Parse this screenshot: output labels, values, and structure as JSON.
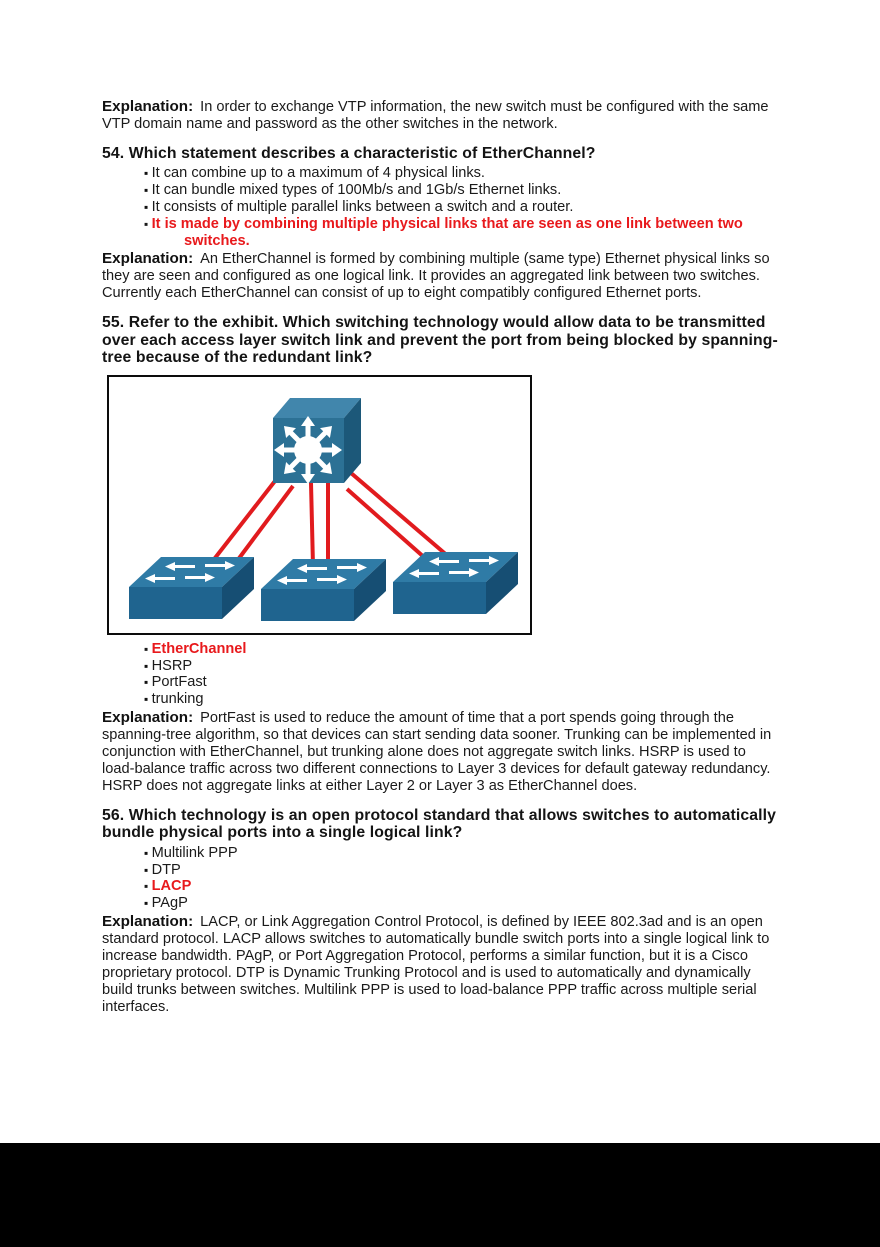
{
  "colors": {
    "correct_answer_red": "#e8191c",
    "link_red": "#e11b1e",
    "switch_front_blue": "#2c7195",
    "switch_top_blue": "#4186ac",
    "switch_side_blue": "#1c5879",
    "page_background": "#ffffff",
    "footer_bar_black": "#000000"
  },
  "intro_explanation": {
    "label": "Explanation:",
    "text": "In order to exchange VTP information, the new switch must be configured with the same VTP domain name and password as the other switches in the network."
  },
  "q54": {
    "title": "54. Which statement describes a characteristic of EtherChannel?",
    "options": [
      {
        "label": "It can combine up to a maximum of 4 physical links."
      },
      {
        "label": "It can bundle mixed types of 100Mb/s and 1Gb/s Ethernet links."
      },
      {
        "label": "It consists of multiple parallel links between a switch and a router."
      },
      {
        "label": "It is made by combining multiple physical links that are seen as one link between two switches."
      }
    ],
    "explanation_label": "Explanation:",
    "explanation": "An EtherChannel is formed by combining multiple (same type) Ethernet physical links so they are seen and configured as one logical link. It provides an aggregated link between two switches. Currently each EtherChannel can consist of up to eight compatibly configured Ethernet ports."
  },
  "q55": {
    "title": "55. Refer to the exhibit. Which switching technology would allow data to be transmitted over each access layer switch link and prevent the port from being blocked by spanning-tree because of the redundant link?",
    "exhibit": {
      "icons": [
        "multilayer-switch-icon",
        "access-switch-icon",
        "access-switch-icon",
        "access-switch-icon"
      ],
      "redundant_link_pairs": 3,
      "link_color": "#e11b1e"
    },
    "options": [
      {
        "label": "EtherChannel"
      },
      {
        "label": "HSRP"
      },
      {
        "label": "PortFast"
      },
      {
        "label": "trunking"
      }
    ],
    "explanation_label": "Explanation:",
    "explanation": "PortFast is used to reduce the amount of time that a port spends going through the spanning-tree algorithm, so that devices can start sending data sooner. Trunking can be implemented in conjunction with EtherChannel, but trunking alone does not aggregate switch links. HSRP is used to load-balance traffic across two different connections to Layer 3 devices for default gateway redundancy. HSRP does not aggregate links at either Layer 2 or Layer 3 as EtherChannel does."
  },
  "q56": {
    "title": "56. Which technology is an open protocol standard that allows switches to automatically bundle physical ports into a single logical link?",
    "options": [
      {
        "label": "Multilink PPP"
      },
      {
        "label": "DTP"
      },
      {
        "label": "LACP"
      },
      {
        "label": "PAgP"
      }
    ],
    "explanation_label": "Explanation:",
    "explanation": "LACP, or Link Aggregation Control Protocol, is defined by IEEE 802.3ad and is an open standard protocol. LACP allows switches to automatically bundle switch ports into a single logical link to increase bandwidth. PAgP, or Port Aggregation Protocol, performs a similar function, but it is a Cisco proprietary protocol. DTP is Dynamic Trunking Protocol and is used to automatically and dynamically build trunks between switches. Multilink PPP is used to load-balance PPP traffic across multiple serial interfaces."
  }
}
